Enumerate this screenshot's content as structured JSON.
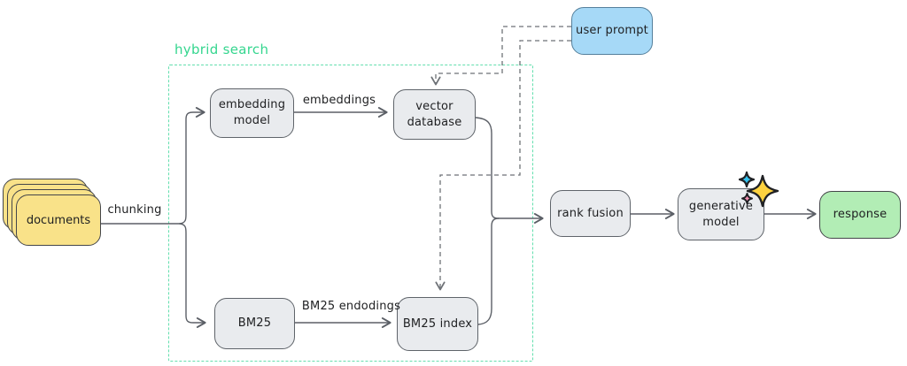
{
  "diagram": {
    "group_label": "hybrid search",
    "nodes": {
      "documents": "documents",
      "embedding_model": "embedding\nmodel",
      "vector_database": "vector\ndatabase",
      "bm25": "BM25",
      "bm25_index": "BM25 index",
      "user_prompt": "user prompt",
      "rank_fusion": "rank fusion",
      "generative_model": "generative\nmodel",
      "response": "response"
    },
    "edge_labels": {
      "chunking": "chunking",
      "embeddings": "embeddings",
      "bm25_encodings": "BM25 endodings"
    },
    "icons": {
      "generative_model_badge": "sparkles-icon"
    },
    "colors": {
      "group_border": "#63dfae",
      "group_label": "#35d68f",
      "node_gray_fill": "#e9ebee",
      "node_gray_stroke": "#5f646a",
      "documents_fill": "#f9e289",
      "documents_stroke": "#44464a",
      "user_prompt_fill": "#a6d9f7",
      "user_prompt_stroke": "#55809c",
      "response_fill": "#b2edb5",
      "response_stroke": "#44464a",
      "wire": "#5b5f66",
      "dashed_wire": "#6e7277",
      "text": "#1e1f21"
    }
  }
}
